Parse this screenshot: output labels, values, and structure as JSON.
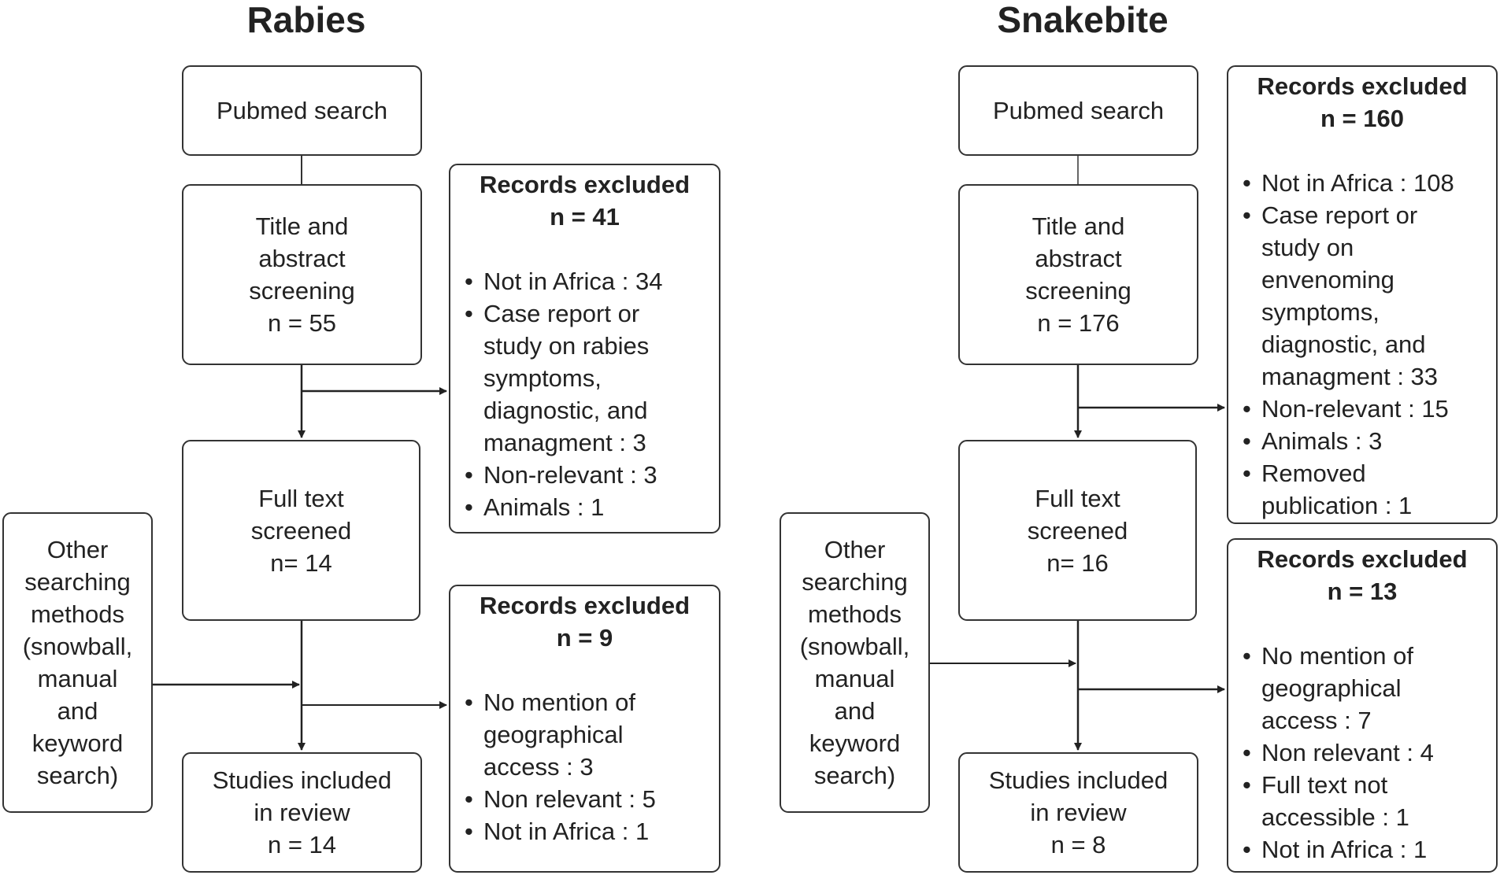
{
  "rabies": {
    "title": "Rabies",
    "pubmed": "Pubmed search",
    "screening": [
      "Title and",
      "abstract",
      "screening",
      "n = 55"
    ],
    "fulltext": [
      "Full text",
      "screened",
      "n= 14"
    ],
    "other": [
      "Other",
      "searching",
      "methods",
      "(snowball,",
      "manual",
      "and",
      "keyword",
      "search)"
    ],
    "included": [
      "Studies included",
      "in review",
      "n = 14"
    ],
    "excluded1": {
      "heading": [
        "Records excluded",
        "n = 41"
      ],
      "items": [
        [
          "Not in Africa : 34"
        ],
        [
          "Case report or",
          "study on rabies",
          "symptoms,",
          "diagnostic, and",
          "managment : 3"
        ],
        [
          "Non-relevant : 3"
        ],
        [
          "Animals : 1"
        ]
      ]
    },
    "excluded2": {
      "heading": [
        "Records excluded",
        "n = 9"
      ],
      "items": [
        [
          "No mention of",
          "geographical",
          "access : 3"
        ],
        [
          "Non relevant : 5"
        ],
        [
          "Not in Africa : 1"
        ]
      ]
    }
  },
  "snakebite": {
    "title": "Snakebite",
    "pubmed": "Pubmed search",
    "screening": [
      "Title and",
      "abstract",
      "screening",
      "n = 176"
    ],
    "fulltext": [
      "Full text",
      "screened",
      "n= 16"
    ],
    "other": [
      "Other",
      "searching",
      "methods",
      "(snowball,",
      "manual",
      "and",
      "keyword",
      "search)"
    ],
    "included": [
      "Studies included",
      "in review",
      "n = 8"
    ],
    "excluded1": {
      "heading": [
        "Records excluded",
        "n = 160"
      ],
      "items": [
        [
          "Not in Africa : 108"
        ],
        [
          "Case report or",
          "study on",
          "envenoming",
          "symptoms,",
          "diagnostic, and",
          "managment : 33"
        ],
        [
          "Non-relevant : 15"
        ],
        [
          "Animals : 3"
        ],
        [
          "Removed",
          "publication : 1"
        ]
      ]
    },
    "excluded2": {
      "heading": [
        "Records excluded",
        "n = 13"
      ],
      "items": [
        [
          "No mention of",
          "geographical",
          "access : 7"
        ],
        [
          "Non relevant : 4"
        ],
        [
          "Full text not",
          "accessible : 1"
        ],
        [
          "Not in Africa : 1"
        ]
      ]
    }
  }
}
